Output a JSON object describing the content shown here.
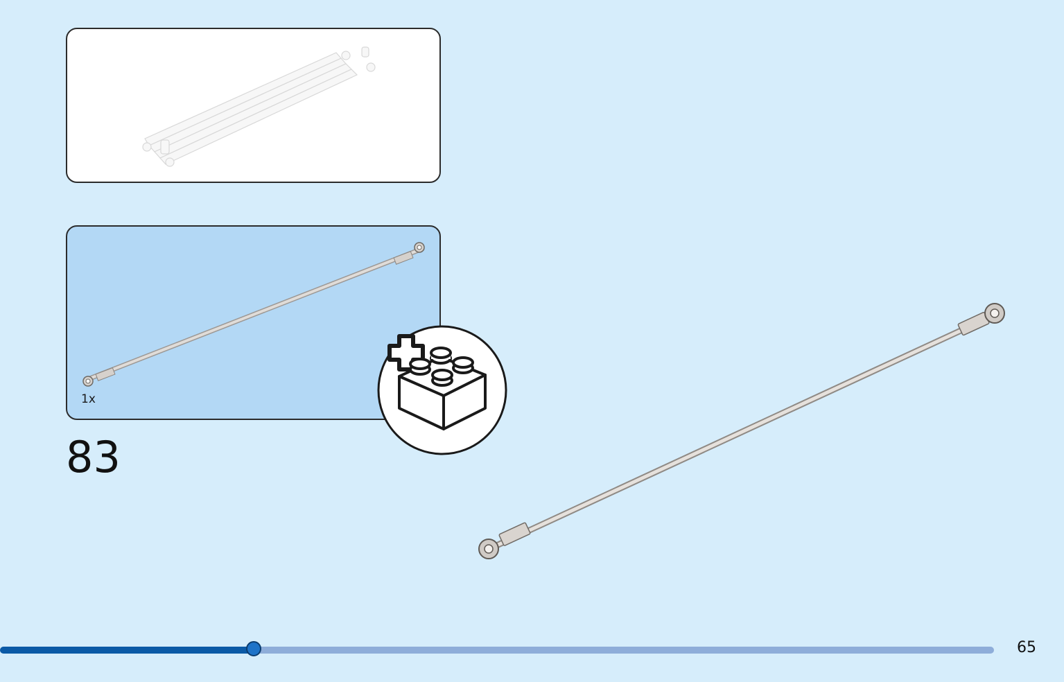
{
  "step": {
    "number": "83"
  },
  "parts_panel": {
    "quantity": "1x"
  },
  "page": {
    "number": "65"
  },
  "progress": {
    "fraction": 0.255
  },
  "icons": {
    "new_part_badge": "add-brick-icon",
    "part": "axle-rod-icon"
  },
  "colors": {
    "background": "#d6edfb",
    "parts_panel": "#b3d8f5",
    "progress_fill": "#0b5aa6",
    "progress_track": "#8eadd9"
  }
}
